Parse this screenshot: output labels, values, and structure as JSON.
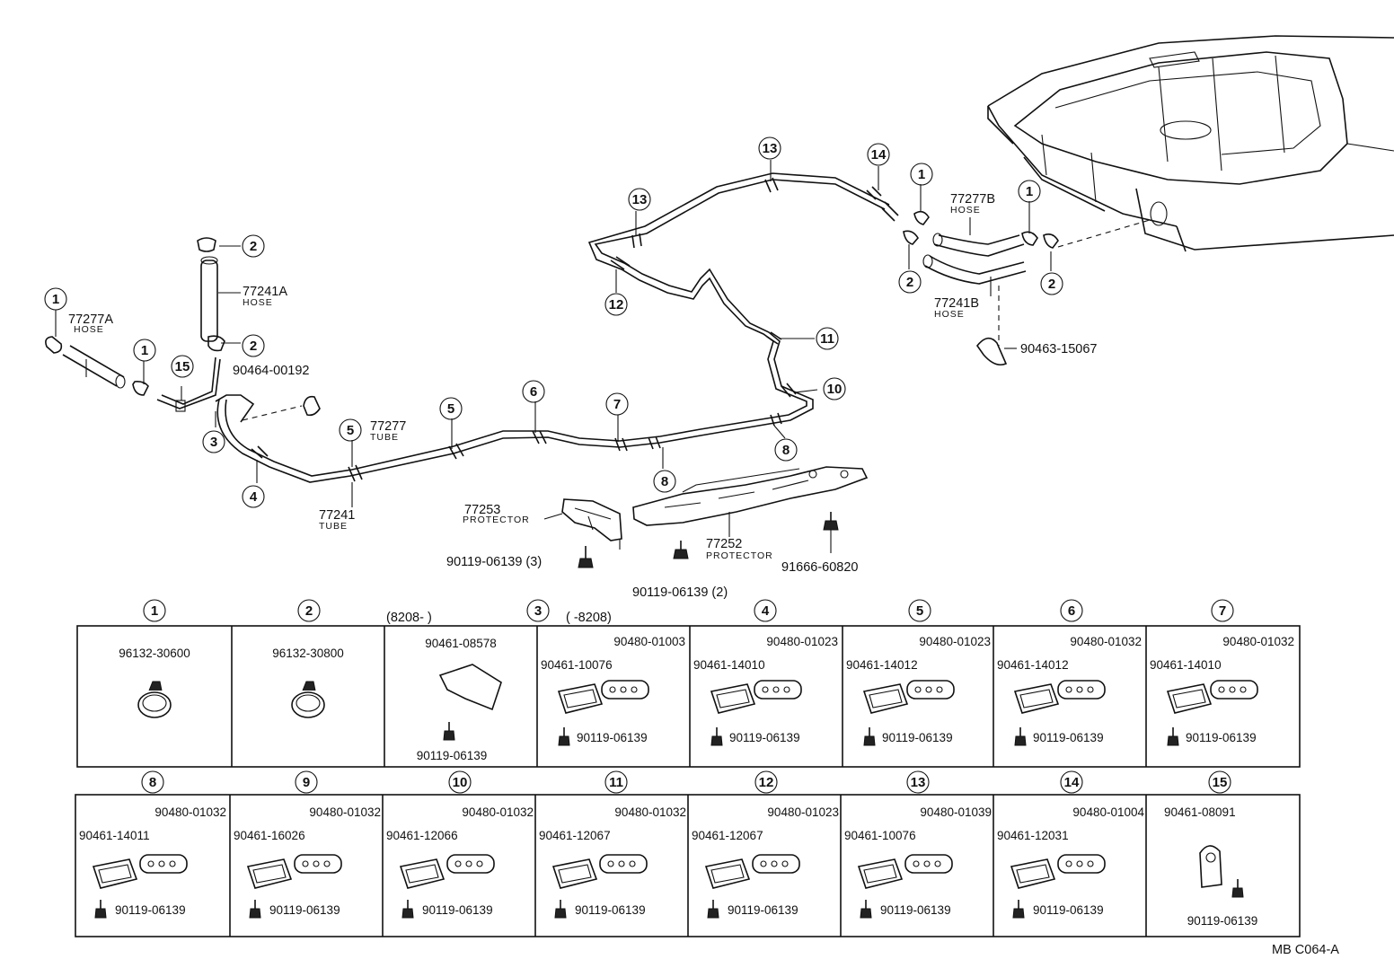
{
  "diagram_code": "MB C064-A",
  "labels": {
    "hose_77277a": "77277A",
    "hose_77277a_sub": "HOSE",
    "hose_77241a": "77241A",
    "hose_77241a_sub": "HOSE",
    "clamp_90464": "90464-00192",
    "tube_77277": "77277",
    "tube_77277_sub": "TUBE",
    "tube_77241": "77241",
    "tube_77241_sub": "TUBE",
    "protector_77253": "77253",
    "protector_77253_sub": "PROTECTOR",
    "protector_77252": "77252",
    "protector_77252_sub": "PROTECTOR",
    "bolt_3": "90119-06139 (3)",
    "bolt_2": "90119-06139 (2)",
    "bolt_91666": "91666-60820",
    "hose_77277b": "77277B",
    "hose_77277b_sub": "HOSE",
    "hose_77241b": "77241B",
    "hose_77241b_sub": "HOSE",
    "strap_90463": "90463-15067"
  },
  "callouts": [
    "1",
    "2",
    "3",
    "4",
    "5",
    "6",
    "7",
    "8",
    "9",
    "10",
    "11",
    "12",
    "13",
    "14",
    "15"
  ],
  "date_notes": {
    "from": "(8208-        )",
    "to": "(        -8208)"
  },
  "parts_table": {
    "row1": [
      {
        "ref": "1",
        "parts": [
          "96132-30600"
        ]
      },
      {
        "ref": "2",
        "parts": [
          "96132-30800"
        ]
      },
      {
        "ref": "3a",
        "parts": [
          "90461-08578",
          "90119-06139"
        ]
      },
      {
        "ref": "3b",
        "parts": [
          "90480-01003",
          "90461-10076",
          "90119-06139"
        ]
      },
      {
        "ref": "4",
        "parts": [
          "90480-01023",
          "90461-14010",
          "90119-06139"
        ]
      },
      {
        "ref": "5",
        "parts": [
          "90480-01023",
          "90461-14012",
          "90119-06139"
        ]
      },
      {
        "ref": "6",
        "parts": [
          "90480-01032",
          "90461-14012",
          "90119-06139"
        ]
      },
      {
        "ref": "7",
        "parts": [
          "90480-01032",
          "90461-14010",
          "90119-06139"
        ]
      }
    ],
    "row2": [
      {
        "ref": "8",
        "parts": [
          "90480-01032",
          "90461-14011",
          "90119-06139"
        ]
      },
      {
        "ref": "9",
        "parts": [
          "90480-01032",
          "90461-16026",
          "90119-06139"
        ]
      },
      {
        "ref": "10",
        "parts": [
          "90480-01032",
          "90461-12066",
          "90119-06139"
        ]
      },
      {
        "ref": "11",
        "parts": [
          "90480-01032",
          "90461-12067",
          "90119-06139"
        ]
      },
      {
        "ref": "12",
        "parts": [
          "90480-01023",
          "90461-12067",
          "90119-06139"
        ]
      },
      {
        "ref": "13",
        "parts": [
          "90480-01039",
          "90461-10076",
          "90119-06139"
        ]
      },
      {
        "ref": "14",
        "parts": [
          "90480-01004",
          "90461-12031",
          "90119-06139"
        ]
      },
      {
        "ref": "15",
        "parts": [
          "90461-08091",
          "90119-06139"
        ]
      }
    ]
  }
}
